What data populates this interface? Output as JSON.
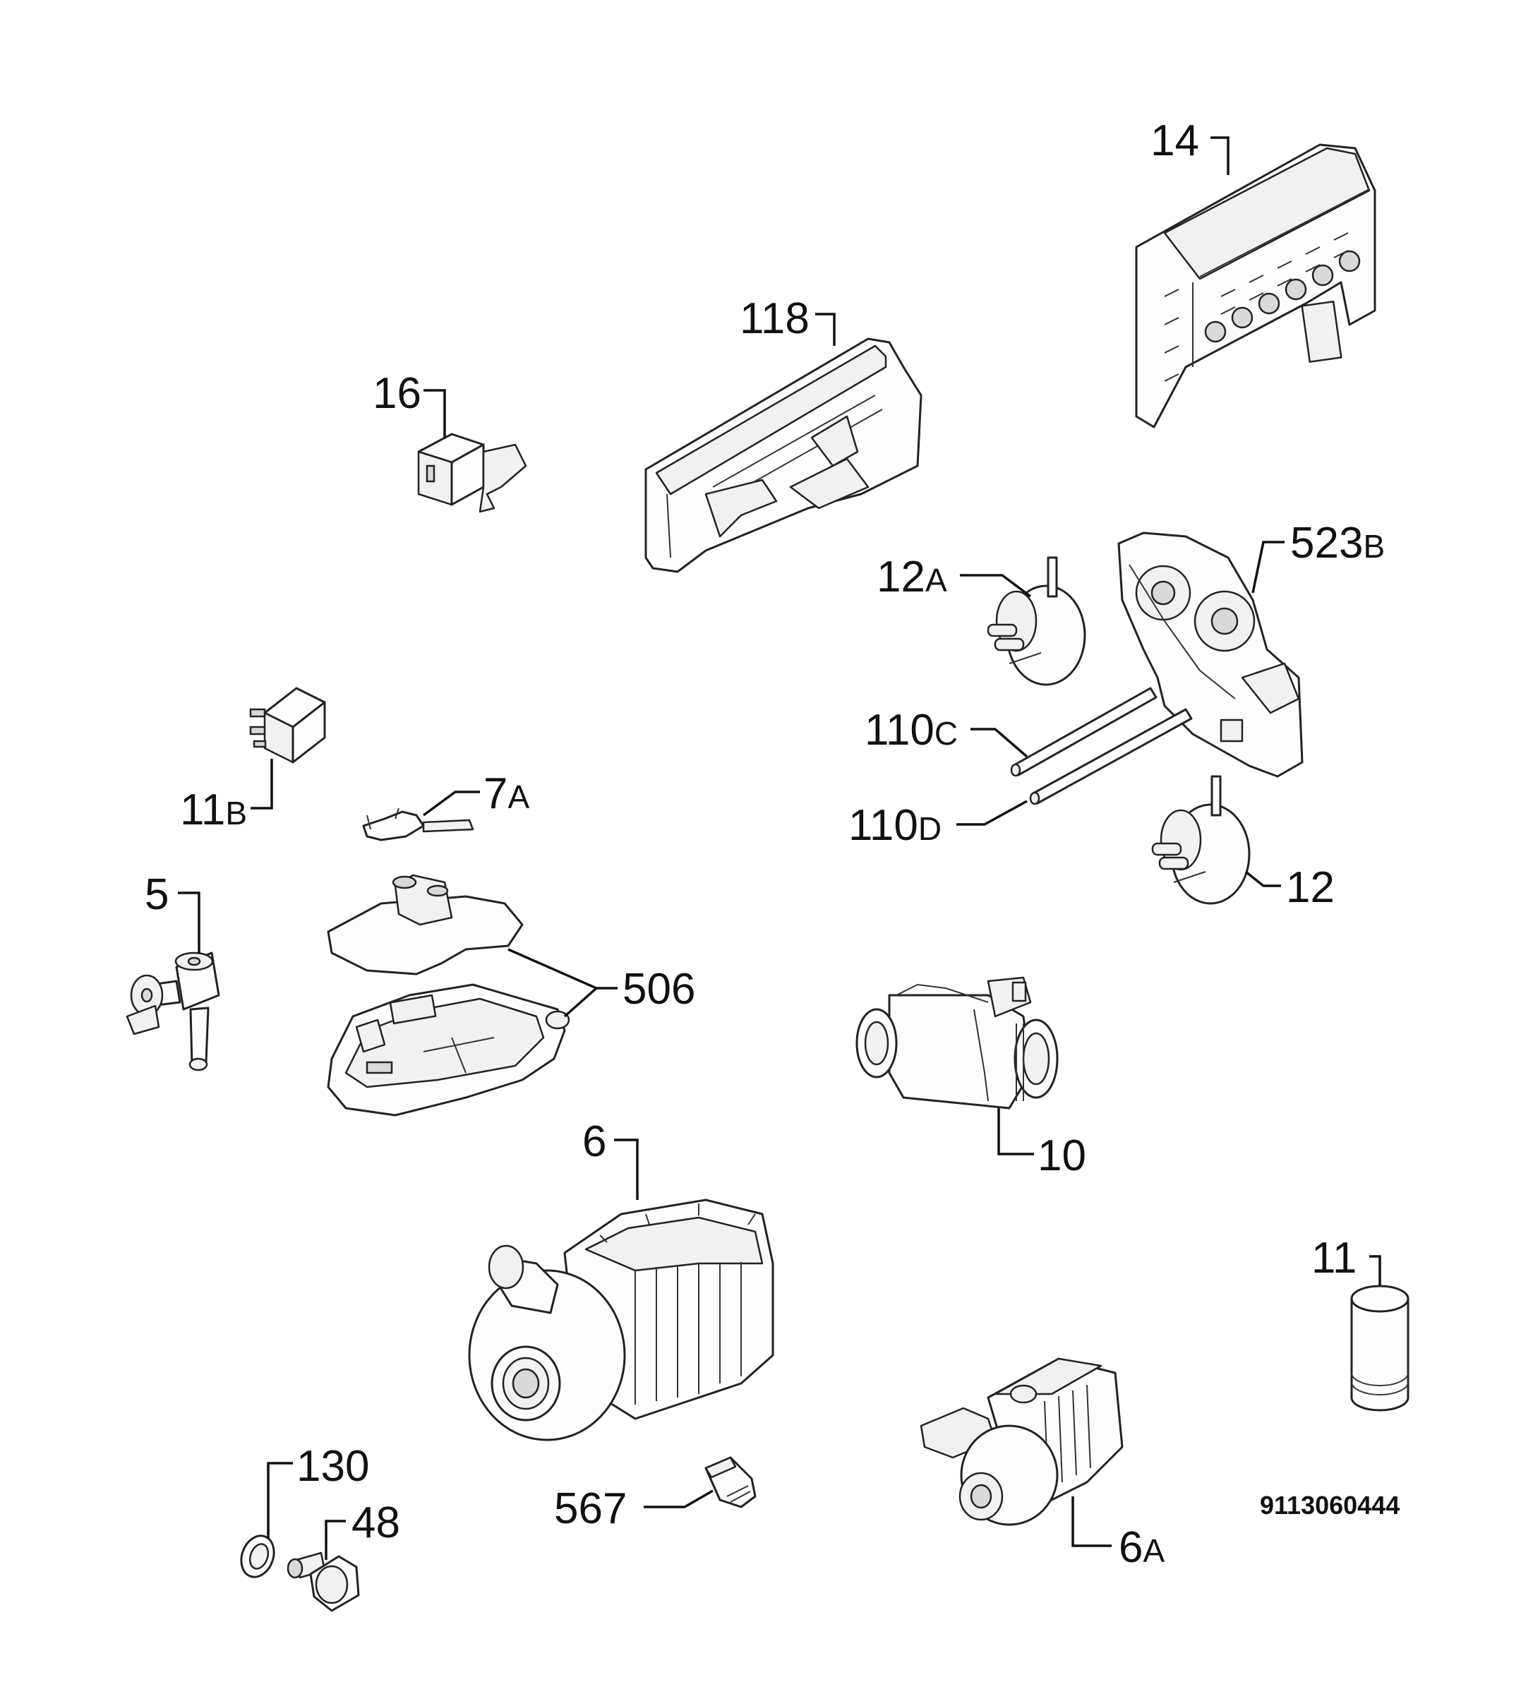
{
  "document_number": "9113060444",
  "callouts": [
    {
      "id": "14",
      "number": "14",
      "suffix": "",
      "part_icon": "electronic-control-module"
    },
    {
      "id": "118",
      "number": "118",
      "suffix": "",
      "part_icon": "control-panel-housing"
    },
    {
      "id": "16",
      "number": "16",
      "suffix": "",
      "part_icon": "door-switch"
    },
    {
      "id": "523B",
      "number": "523",
      "suffix": "B",
      "part_icon": "pressure-switch-bracket"
    },
    {
      "id": "12A",
      "number": "12",
      "suffix": "A",
      "part_icon": "pressure-switch"
    },
    {
      "id": "110C",
      "number": "110",
      "suffix": "C",
      "part_icon": "hose"
    },
    {
      "id": "110D",
      "number": "110",
      "suffix": "D",
      "part_icon": "hose"
    },
    {
      "id": "12",
      "number": "12",
      "suffix": "",
      "part_icon": "pressure-switch"
    },
    {
      "id": "11B",
      "number": "11",
      "suffix": "B",
      "part_icon": "relay"
    },
    {
      "id": "7A",
      "number": "7",
      "suffix": "A",
      "part_icon": "float-switch"
    },
    {
      "id": "5",
      "number": "5",
      "suffix": "",
      "part_icon": "inlet-valve"
    },
    {
      "id": "506",
      "number": "506",
      "suffix": "",
      "part_icon": "flood-protection-float"
    },
    {
      "id": "10",
      "number": "10",
      "suffix": "",
      "part_icon": "heater"
    },
    {
      "id": "6",
      "number": "6",
      "suffix": "",
      "part_icon": "circulation-pump-motor"
    },
    {
      "id": "11",
      "number": "11",
      "suffix": "",
      "part_icon": "capacitor"
    },
    {
      "id": "130",
      "number": "130",
      "suffix": "",
      "part_icon": "seal-ring"
    },
    {
      "id": "48",
      "number": "48",
      "suffix": "",
      "part_icon": "plug-connector"
    },
    {
      "id": "567",
      "number": "567",
      "suffix": "",
      "part_icon": "clip"
    },
    {
      "id": "6A",
      "number": "6",
      "suffix": "A",
      "part_icon": "drain-pump"
    }
  ]
}
